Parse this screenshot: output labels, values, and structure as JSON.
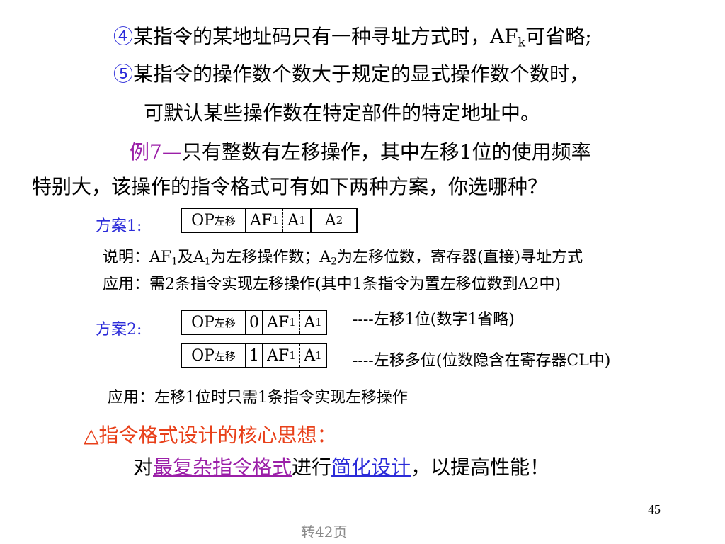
{
  "lines": {
    "l4_mark": "④",
    "l4_text": "某指令的某地址码只有一种寻址方式时，AF",
    "l4_sub": "k",
    "l4_tail": "可省略;",
    "l5_mark": "⑤",
    "l5_text": "某指令的操作数个数大于规定的显式操作数个数时，",
    "l5b_text": "可默认某些操作数在特定部件的特定地址中。"
  },
  "example": {
    "label": "例7—",
    "text1": "只有整数有左移操作，其中左移1位的使用频率",
    "text2": "特别大，该操作的指令格式可有如下两种方案，你选哪种？"
  },
  "plan1": {
    "label": "方案1:",
    "cells": {
      "op": "OP",
      "op_sub": "左移",
      "af": "AF",
      "af_sub": "1",
      "a1": "A",
      "a1_sub": "1",
      "a2": "A",
      "a2_sub": "2"
    },
    "note_a": "说明：AF",
    "note_a_sub1": "1",
    "note_b": "及A",
    "note_b_sub1": "1",
    "note_c": "为左移操作数；A",
    "note_c_sub2": "2",
    "note_d": "为左移位数，寄存器(直接)寻址方式",
    "app": "应用：需2条指令实现左移操作(其中1条指令为置左移位数到A2中)"
  },
  "plan2": {
    "label": "方案2:",
    "row1": {
      "op": "OP",
      "op_sub": "左移",
      "bit": "0",
      "af": "AF",
      "af_sub": "1",
      "a1": "A",
      "a1_sub": "1",
      "desc": "----左移1位(数字1省略)"
    },
    "row2": {
      "op": "OP",
      "op_sub": "左移",
      "bit": "1",
      "af": "AF",
      "af_sub": "1",
      "a1": "A",
      "a1_sub": "1",
      "desc": "----左移多位(位数隐含在寄存器CL中)"
    },
    "app": "应用：左移1位时只需1条指令实现左移操作"
  },
  "core": {
    "title": "△指令格式设计的核心思想：",
    "pre": "对",
    "link1": "最复杂指令格式",
    "mid": "进行",
    "link2": "简化设计",
    "post": "，以提高性能！"
  },
  "page_number": "45",
  "goto_link": "转42页",
  "colors": {
    "blue": "#2b2bd9",
    "purple": "#9b1fa8",
    "red": "#e8401a",
    "gray": "#8a8a8a"
  }
}
